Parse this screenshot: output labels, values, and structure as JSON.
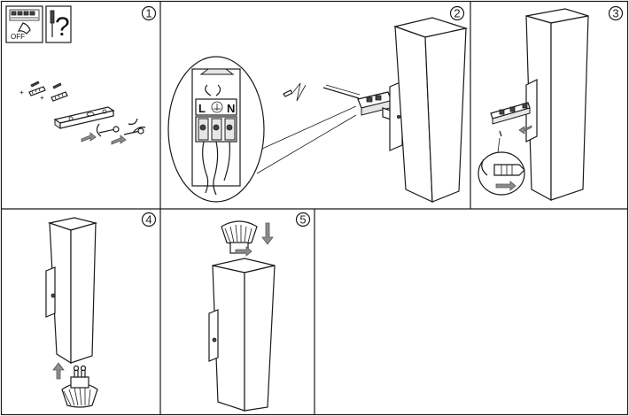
{
  "steps": [
    {
      "number": "1"
    },
    {
      "number": "2"
    },
    {
      "number": "3"
    },
    {
      "number": "4"
    },
    {
      "number": "5"
    }
  ],
  "step1": {
    "switch_label": "OFF",
    "question_mark": "?"
  },
  "step2": {
    "terminal_labels": [
      "L",
      "N"
    ]
  },
  "icons": {
    "power_off": "power-switch-off-icon",
    "tools": "screwdriver-question-icon",
    "arrow_color": "#8c8c8c"
  }
}
